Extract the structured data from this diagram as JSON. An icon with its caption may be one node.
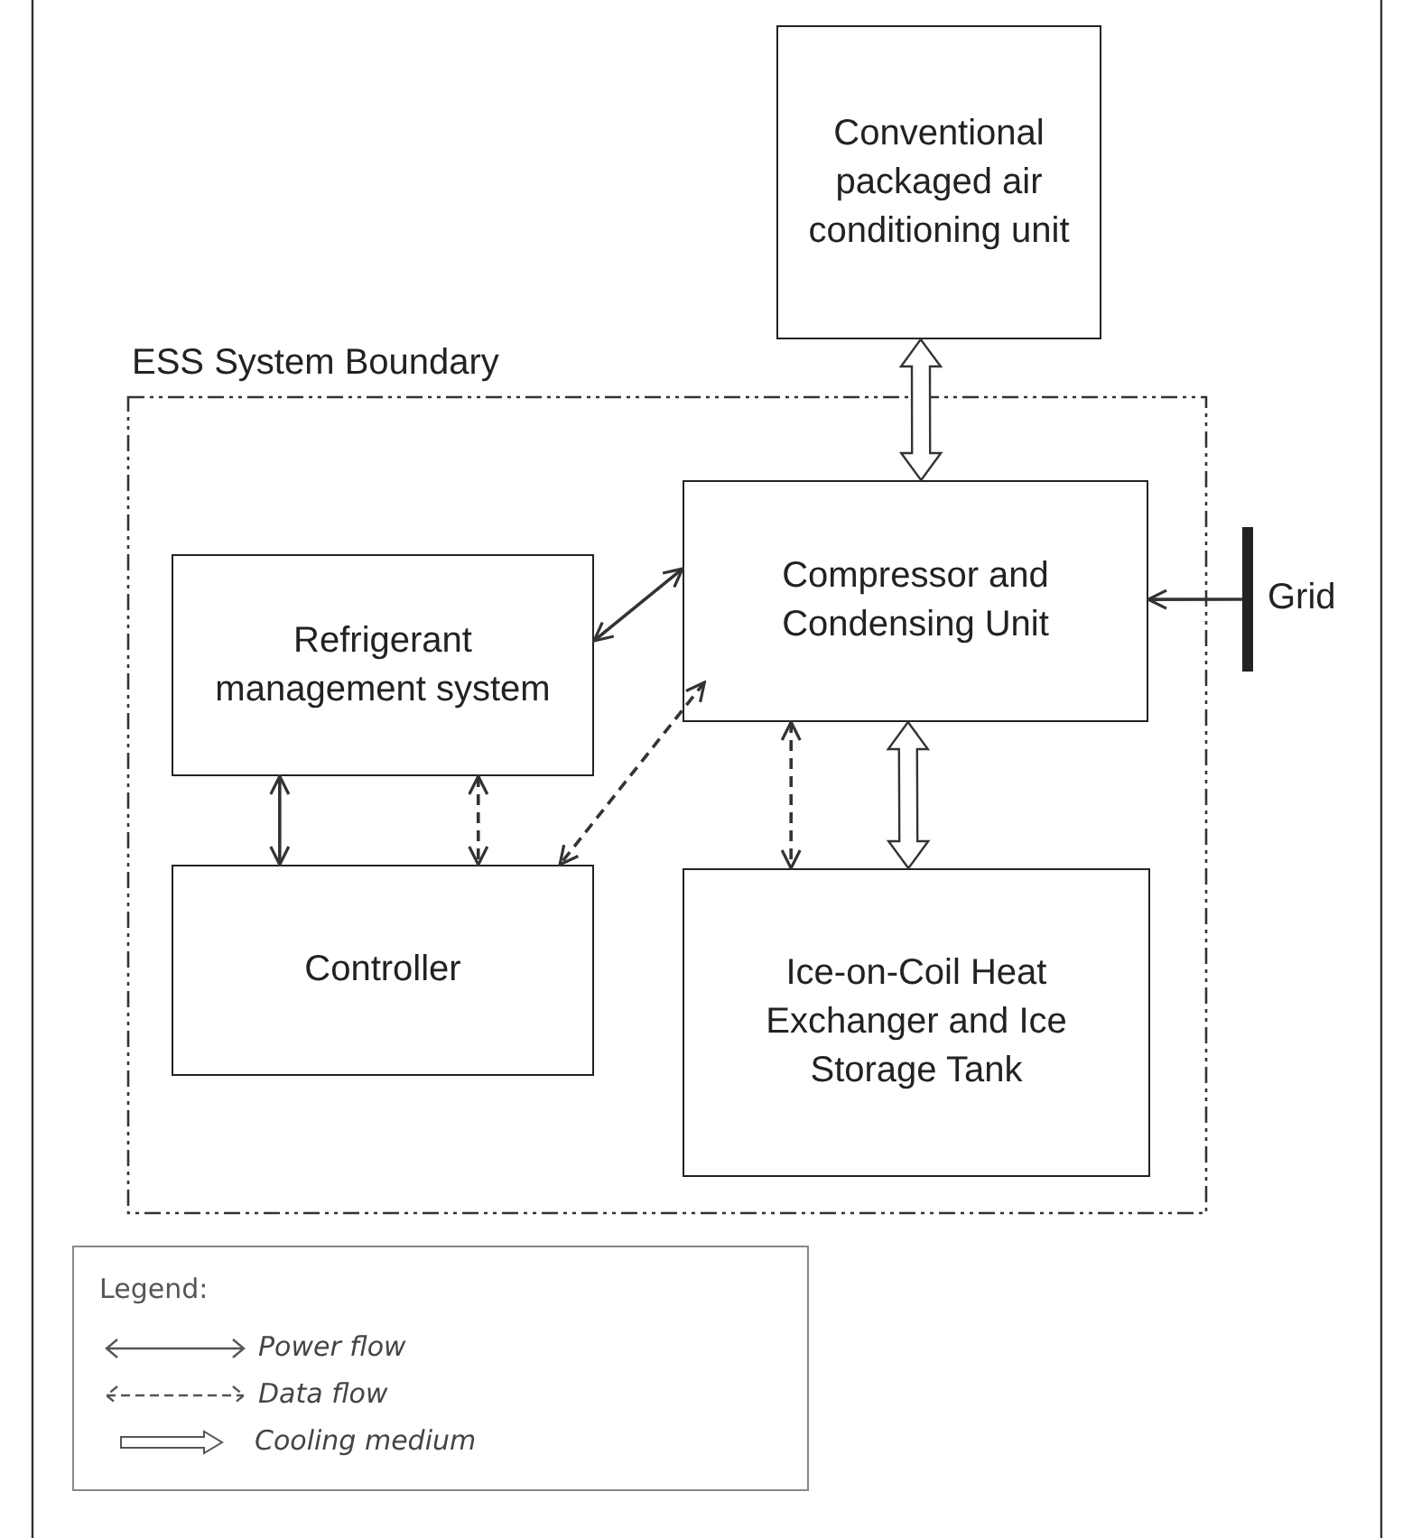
{
  "diagram": {
    "nodes": [
      {
        "text": [
          "Conventional packaged air conditioning unit"
        ]
      },
      {
        "text": [
          "ESS System Boundary"
        ]
      },
      {
        "text": [
          "Compressor and Condensing Unit"
        ],
        "in": 1
      },
      {
        "text": [
          "Refrigerant management system"
        ],
        "in": 1
      },
      {
        "text": [
          "Controller"
        ],
        "in": 1
      },
      {
        "text": [
          "Ice-on-Coil Heat Exchanger and Ice Storage Tank"
        ],
        "in": 1
      },
      {
        "text": [],
        "shape": "bar",
        "beside": [
          "Grid"
        ]
      }
    ],
    "edges": [
      {
        "from": 0,
        "to": 2,
        "arrow": "both",
        "style": "thick"
      },
      {
        "from": 6,
        "to": 2,
        "arrow": "to"
      },
      {
        "from": 3,
        "to": 2,
        "arrow": "both"
      },
      {
        "from": 3,
        "to": 4,
        "arrow": "both"
      },
      {
        "from": 3,
        "to": 4,
        "arrow": "both",
        "style": "dashed"
      },
      {
        "from": 2,
        "to": 4,
        "arrow": "both",
        "style": "dashed"
      },
      {
        "from": 2,
        "to": 5,
        "arrow": "both",
        "style": "dashed"
      },
      {
        "from": 2,
        "to": 5,
        "arrow": "both",
        "style": "thick"
      }
    ],
    "labels": [
      "Legend:"
    ],
    "legend": [
      {
        "text": "Power flow"
      },
      {
        "text": "Data flow"
      },
      {
        "text": "Cooling medium"
      }
    ]
  }
}
